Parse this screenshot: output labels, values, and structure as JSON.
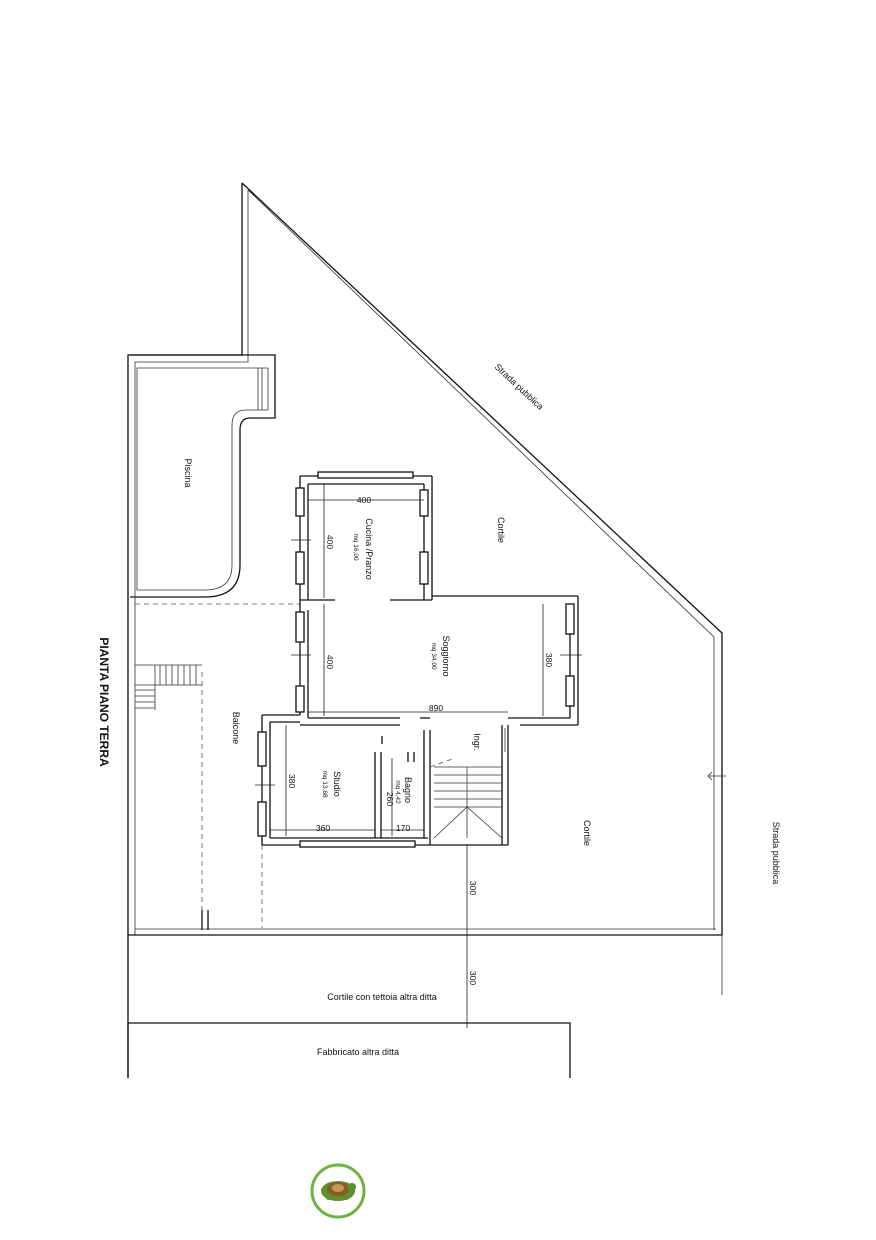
{
  "plan_title": "PIANTA PIANO TERRA",
  "labels": {
    "strada_top": "Strada pubblica",
    "strada_right": "Strada pubblica",
    "cortile_top": "Cortile",
    "cortile_right": "Cortile",
    "piscina": "Piscina",
    "balcone": "Balcone",
    "ingresso": "Ingr.",
    "tettoia": "Cortile con tettoia altra ditta",
    "fabbricato": "Fabbricato altra ditta"
  },
  "rooms": {
    "cucina": {
      "name": "Cucina /Pranzo",
      "area": "mq 16,00"
    },
    "soggiorno": {
      "name": "Soggiorno",
      "area": "mq 34,00"
    },
    "studio": {
      "name": "Studio",
      "area": "mq 13,68"
    },
    "bagno": {
      "name": "Bagno",
      "area": "mq 4,42"
    }
  },
  "dimensions": {
    "cucina_width": "400",
    "cucina_depth": "400",
    "soggiorno_depth": "400",
    "soggiorno_width": "380",
    "ground_length": "890",
    "studio_depth": "380",
    "studio_width": "360",
    "bagno_depth": "260",
    "bagno_width": "170",
    "setback_1": "300",
    "setback_2": "300"
  },
  "logo": {
    "icon": "turtle-logo-icon",
    "ring_color": "#6db33f"
  }
}
